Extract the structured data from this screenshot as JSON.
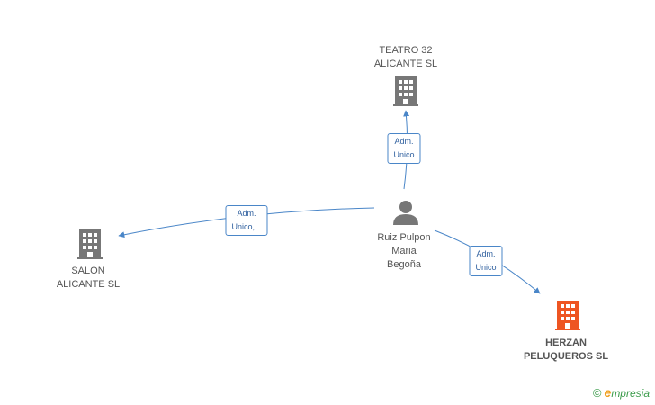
{
  "nodes": {
    "teatro": {
      "line1": "TEATRO 32",
      "line2": "ALICANTE SL",
      "color": "#777777"
    },
    "salon": {
      "line1": "SALON",
      "line2": "ALICANTE SL",
      "color": "#777777"
    },
    "person": {
      "line1": "Ruiz Pulpon",
      "line2": "Maria",
      "line3": "Begoña",
      "color": "#777777"
    },
    "herzan": {
      "line1": "HERZAN",
      "line2": "PELUQUEROS SL",
      "color": "#ee5522"
    }
  },
  "edges": {
    "to_teatro": {
      "line1": "Adm.",
      "line2": "Unico"
    },
    "to_salon": {
      "line1": "Adm.",
      "line2": "Unico,..."
    },
    "to_herzan": {
      "line1": "Adm.",
      "line2": "Unico"
    }
  },
  "edge_color": "#4a86c8",
  "brand": {
    "symbol": "©",
    "initial": "e",
    "name": "mpresia"
  }
}
